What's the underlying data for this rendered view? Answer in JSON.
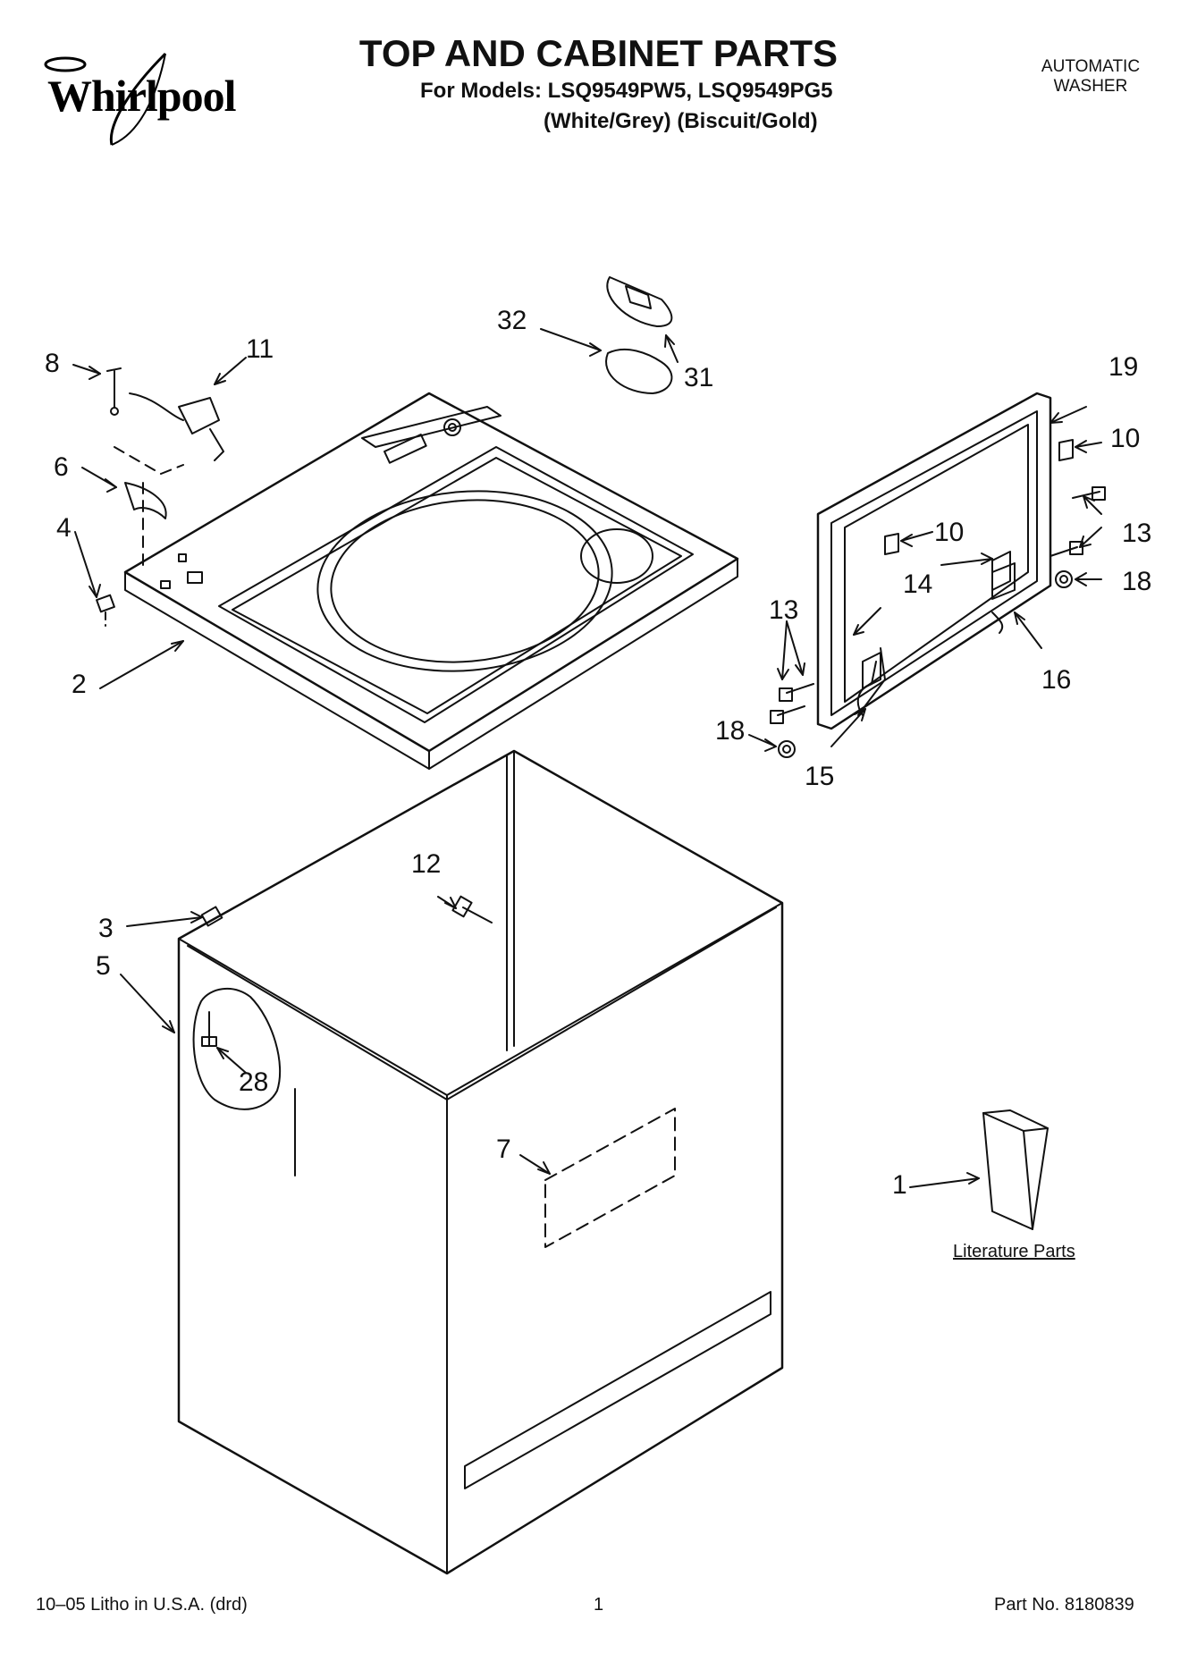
{
  "header": {
    "brand": "Whirlpool",
    "title": "TOP AND CABINET PARTS",
    "models_line": "For Models: LSQ9549PW5, LSQ9549PG5",
    "colors_line": "(White/Grey)  (Biscuit/Gold)",
    "product_line1": "AUTOMATIC",
    "product_line2": "WASHER"
  },
  "callouts": {
    "c1": "1",
    "c2": "2",
    "c3": "3",
    "c4": "4",
    "c5": "5",
    "c6": "6",
    "c7": "7",
    "c8": "8",
    "c10a": "10",
    "c10b": "10",
    "c11": "11",
    "c12": "12",
    "c13a": "13",
    "c13b": "13",
    "c14": "14",
    "c15": "15",
    "c16": "16",
    "c18a": "18",
    "c18b": "18",
    "c19": "19",
    "c28": "28",
    "c31": "31",
    "c32": "32"
  },
  "literature_label": "Literature Parts",
  "footer": {
    "litho": "10–05 Litho in U.S.A. (drd)",
    "page": "1",
    "part_no": "Part No. 8180839"
  },
  "colors": {
    "ink": "#111111",
    "paper": "#ffffff"
  }
}
